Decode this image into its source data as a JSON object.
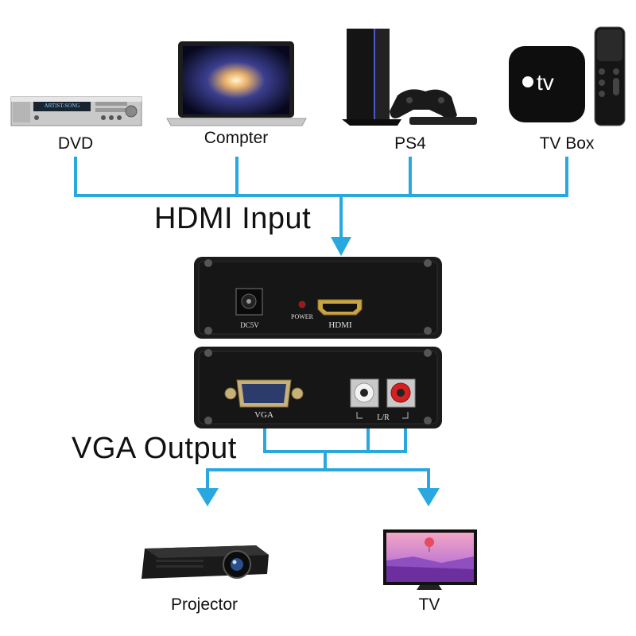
{
  "sources": [
    {
      "label": "DVD",
      "display_text": "ARTIST-SONG",
      "icon": "dvd-player-icon"
    },
    {
      "label": "Compter",
      "icon": "laptop-icon"
    },
    {
      "label": "PS4",
      "icon": "game-console-icon"
    },
    {
      "label": "TV Box",
      "icon": "tv-box-icon",
      "brand_text": "tv"
    }
  ],
  "input_title": "HDMI Input",
  "output_title": "VGA Output",
  "device": {
    "top_panel": {
      "dc_label": "DC5V",
      "power_label": "POWER",
      "hdmi_label": "HDMI"
    },
    "bottom_panel": {
      "vga_label": "VGA",
      "audio_label": "L/R"
    }
  },
  "outputs": [
    {
      "label": "Projector",
      "icon": "projector-icon"
    },
    {
      "label": "TV",
      "icon": "tv-icon"
    }
  ],
  "colors": {
    "connector_line": "#29a8e0",
    "device_body": "#1b1b1b"
  }
}
